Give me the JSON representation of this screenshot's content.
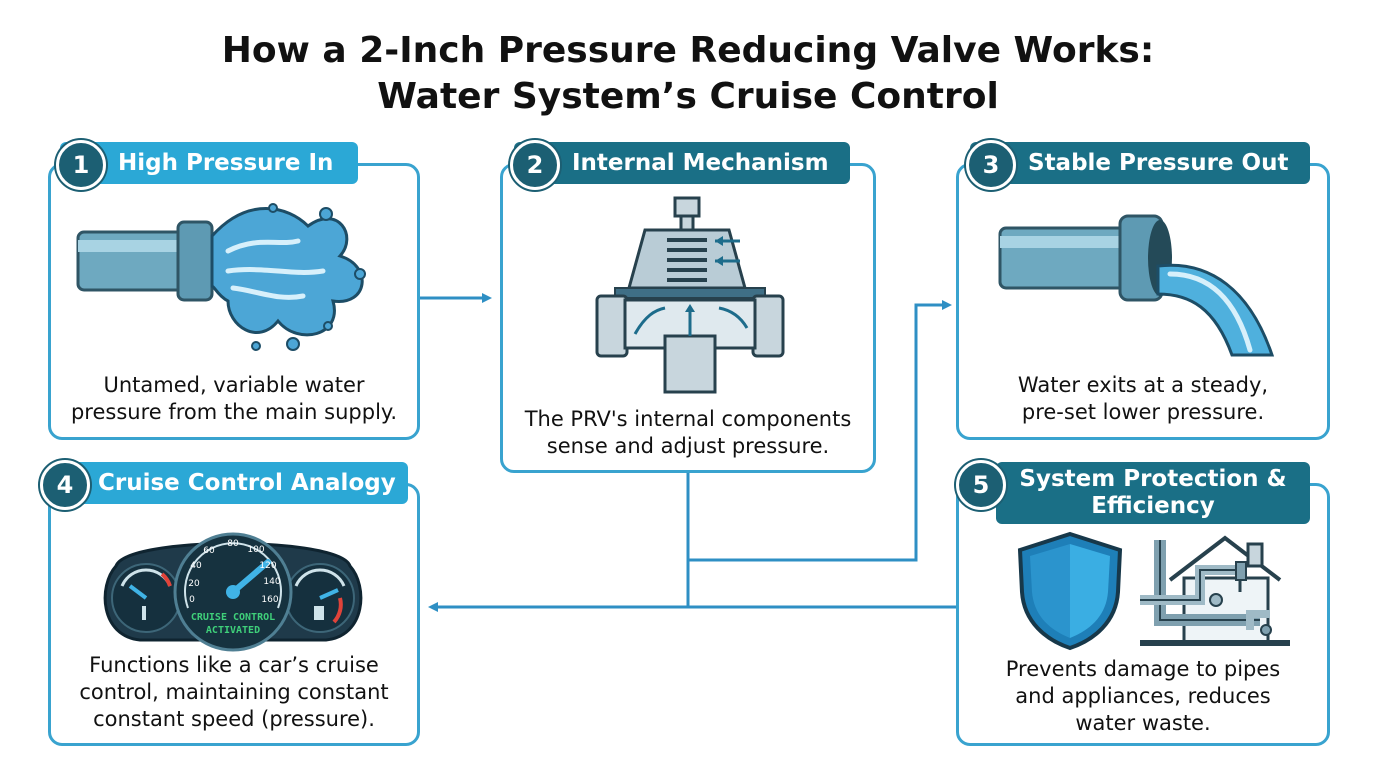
{
  "title": {
    "line1": "How a 2-Inch Pressure Reducing Valve Works:",
    "line2": "Water System’s Cruise Control"
  },
  "steps": [
    {
      "number": "1",
      "heading": "High Pressure In",
      "caption": [
        "Untamed, variable water",
        "pressure from the main supply."
      ]
    },
    {
      "number": "2",
      "heading": "Internal Mechanism",
      "caption": [
        "The PRV's internal components",
        "sense and adjust pressure."
      ]
    },
    {
      "number": "3",
      "heading": "Stable Pressure Out",
      "caption": [
        "Water exits at a steady,",
        "pre-set lower pressure."
      ]
    },
    {
      "number": "4",
      "heading": "Cruise Control Analogy",
      "caption": [
        "Functions like a car’s cruise",
        "control, maintaining constant",
        "constant speed (pressure)."
      ],
      "gauge": {
        "ticks": [
          "20",
          "40",
          "60",
          "80",
          "100",
          "120",
          "140",
          "160",
          "0"
        ],
        "display": [
          "CRUISE CONTROL",
          "ACTIVATED"
        ]
      }
    },
    {
      "number": "5",
      "heading": [
        "System Protection &",
        "Efficiency"
      ],
      "caption": [
        "Prevents damage to pipes",
        "and appliances, reduces",
        "water waste."
      ]
    }
  ],
  "colors": {
    "border": "#39a3cf",
    "header_light": "#2ba8d6",
    "header_dark": "#1a6f86",
    "badge": "#1c5f73",
    "connector": "#2e8fc4",
    "display_text": "#3fd07a"
  }
}
